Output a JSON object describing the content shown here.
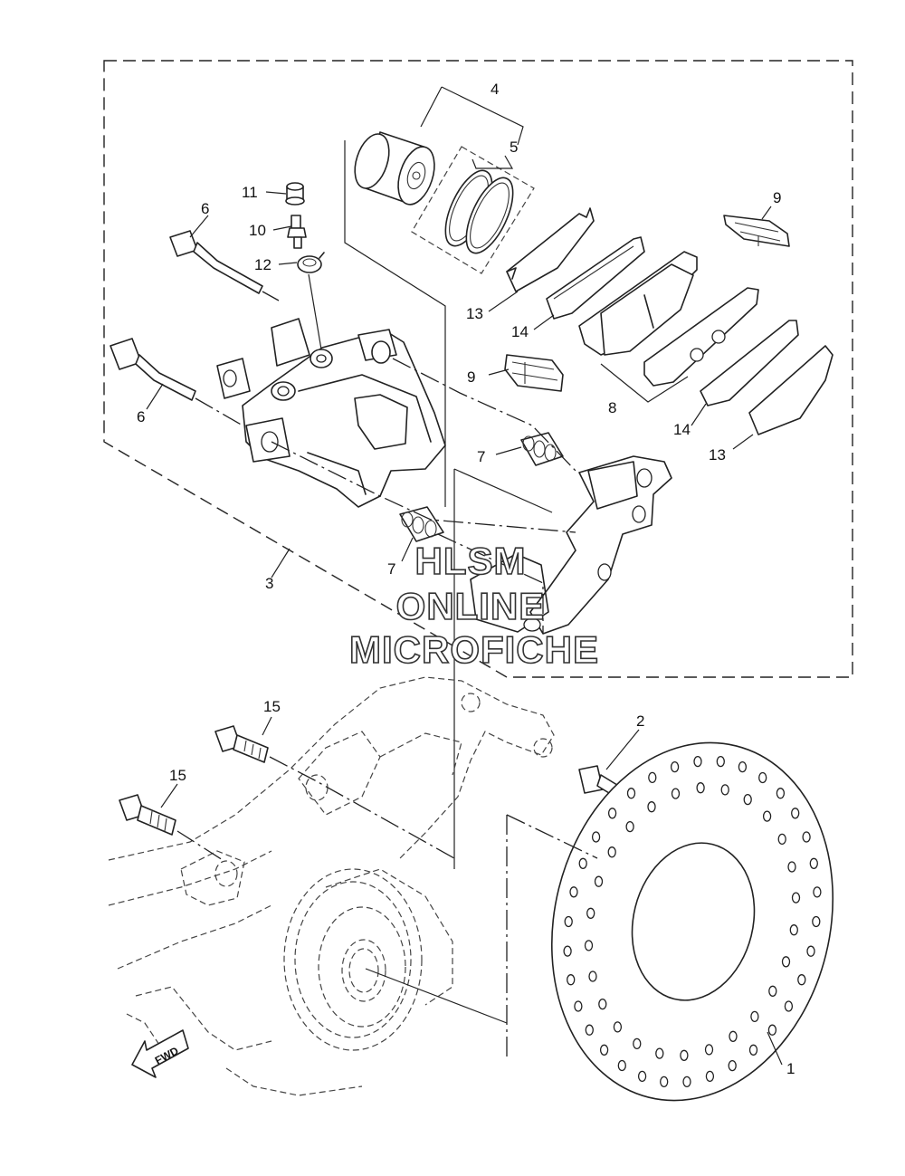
{
  "callouts": {
    "disc": "1",
    "disc_bolt": "2",
    "caliper_assy": "3",
    "piston_kit": "4",
    "seal_kit": "5",
    "bolt_6a": "6",
    "bolt_6b": "6",
    "boot_7a": "7",
    "boot_7b": "7",
    "pad_kit": "8",
    "clip_9a": "9",
    "clip_9b": "9",
    "bleed_screw": "10",
    "cap": "11",
    "cap_12": "12",
    "shim_13a": "13",
    "shim_13b": "13",
    "shim_14a": "14",
    "shim_14b": "14",
    "bolt_15a": "15",
    "bolt_15b": "15"
  },
  "watermark": {
    "line1": "HLSM",
    "line2": "ONLINE",
    "line3": "MICROFICHE"
  },
  "direction_label": "FWD"
}
